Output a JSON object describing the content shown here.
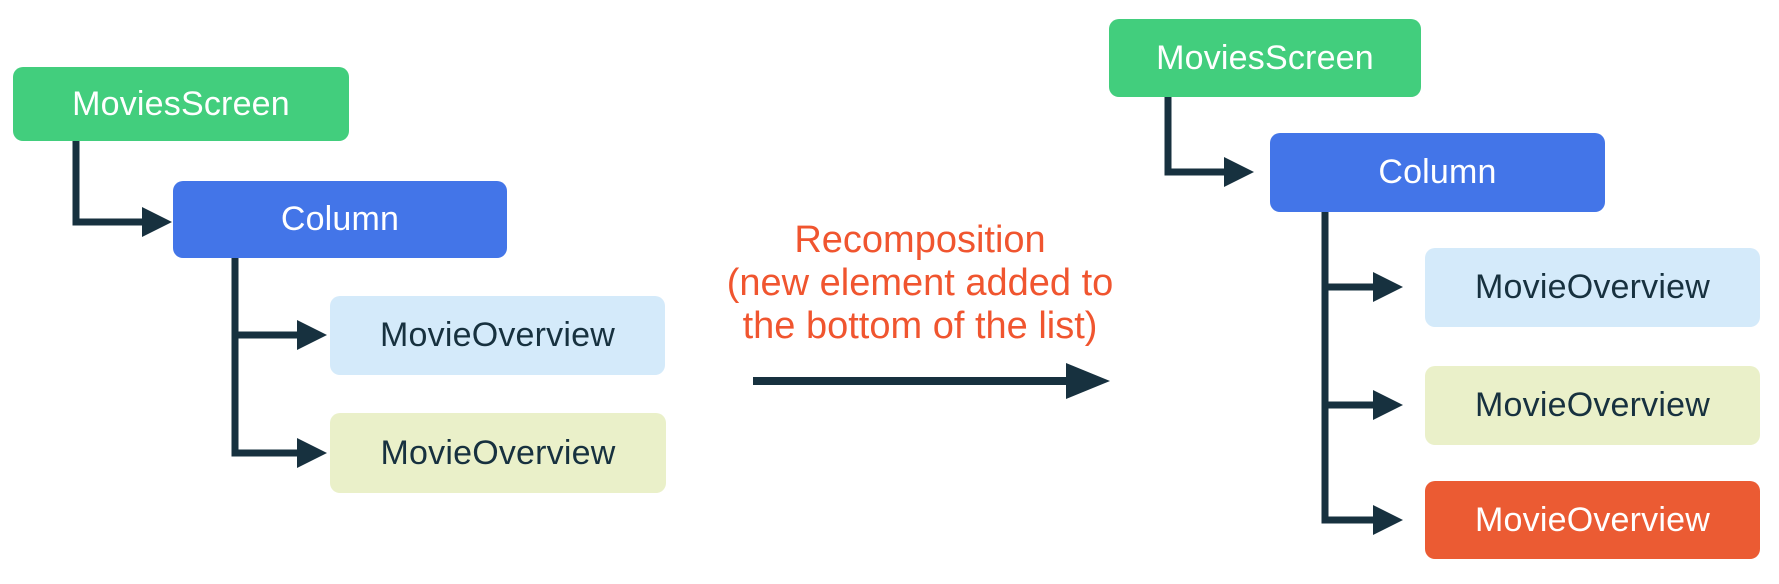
{
  "colors": {
    "green": "#42CE7D",
    "blue": "#4375E8",
    "light_blue": "#D4EAFA",
    "light_green": "#EAF0C9",
    "orange": "#EB5B33",
    "annotation": "#F0552F",
    "connector": "#17313F",
    "background": "#FFFFFF",
    "light_text": "#FFFFFF"
  },
  "left_tree": {
    "root": {
      "label": "MoviesScreen"
    },
    "container": {
      "label": "Column"
    },
    "children": [
      {
        "label": "MovieOverview"
      },
      {
        "label": "MovieOverview"
      }
    ]
  },
  "right_tree": {
    "root": {
      "label": "MoviesScreen"
    },
    "container": {
      "label": "Column"
    },
    "children": [
      {
        "label": "MovieOverview"
      },
      {
        "label": "MovieOverview"
      },
      {
        "label": "MovieOverview"
      }
    ]
  },
  "annotation": {
    "lines": [
      "Recomposition",
      "(new element added to",
      "the bottom of the list)"
    ]
  }
}
